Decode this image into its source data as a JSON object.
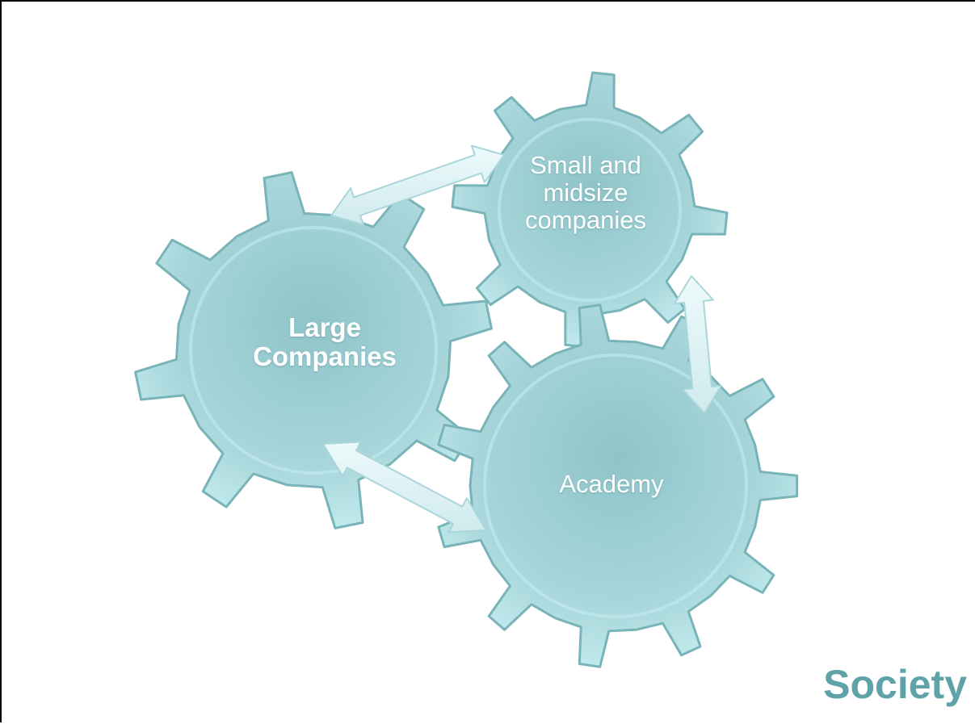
{
  "gears": {
    "large": {
      "label": "Large\nCompanies"
    },
    "small": {
      "label": "Small and\nmidsize\ncompanies"
    },
    "academy": {
      "label": "Academy"
    }
  },
  "society": {
    "label": "Society"
  },
  "colors": {
    "gear_fill_light": "#c6eef1",
    "gear_fill_dark": "#8ec4c8",
    "gear_outline": "#79b4b8",
    "arrow_fill": "#dff4f6",
    "arrow_outline": "#a9d6da",
    "society_text": "#5fa3a9"
  },
  "connections": [
    {
      "from": "large",
      "to": "small",
      "type": "bidirectional"
    },
    {
      "from": "small",
      "to": "academy",
      "type": "bidirectional"
    },
    {
      "from": "large",
      "to": "academy",
      "type": "bidirectional"
    }
  ]
}
